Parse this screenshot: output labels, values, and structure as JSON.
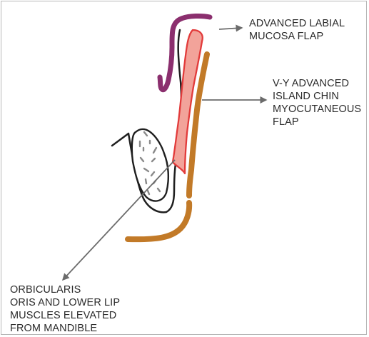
{
  "labels": {
    "advanced_labial_mucosa_flap": [
      "ADVANCED LABIAL",
      "MUCOSA FLAP"
    ],
    "vy_island_chin_flap": [
      "V-Y ADVANCED",
      "ISLAND CHIN",
      "MYOCUTANEOUS",
      "FLAP"
    ],
    "orbicularis_muscles": [
      "ORBICULARIS",
      "ORIS AND LOWER LIP",
      "MUSCLES ELEVATED",
      "FROM MANDIBLE"
    ]
  },
  "colors": {
    "mucosa_flap": "#8b2f6e",
    "chin_flap_fill": "#f2a39a",
    "chin_flap_outline": "#e23b3b",
    "muscle_layer": "#c27a28",
    "outline": "#1f1f1f",
    "arrow": "#6b6b6b",
    "text": "#2b2b2b"
  }
}
